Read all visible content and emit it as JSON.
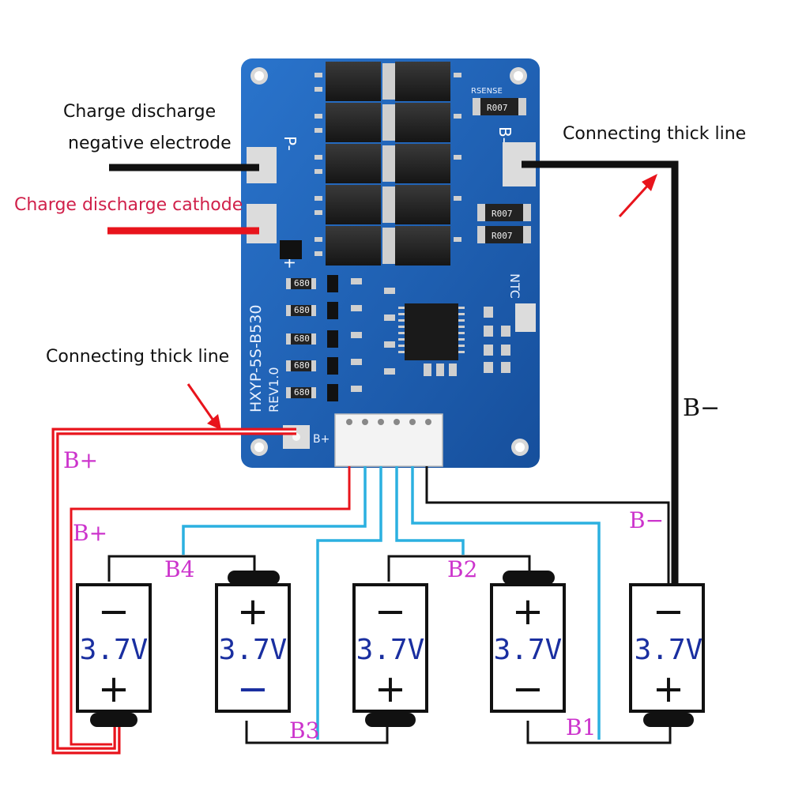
{
  "callouts": {
    "neg_line1": "Charge discharge",
    "neg_line2": "negative electrode",
    "cathode": "Charge discharge cathode",
    "thick_right": "Connecting thick line",
    "thick_left": "Connecting thick line"
  },
  "board": {
    "model": "HXYP-5S-B530",
    "rev": "REV1.0",
    "pad_p_minus": "P-",
    "pad_p_plus": "P+",
    "pad_b_minus": "B-",
    "pad_b_plus": "B+",
    "ntc": "NTC",
    "rsense": "RSENSE",
    "res_top": "R007",
    "res_mid": "R007",
    "res_low": "R007",
    "res_small": "680"
  },
  "nodes": {
    "b_plus_upper": "B+",
    "b_plus_lower": "B+",
    "b4": "B4",
    "b3": "B3",
    "b2": "B2",
    "b1": "B1",
    "b_minus_line": "B−",
    "b_minus_right": "B−"
  },
  "cells": [
    {
      "voltage": "3.7V",
      "top": "−",
      "bottom": "+"
    },
    {
      "voltage": "3.7V",
      "top": "+",
      "bottom": "−"
    },
    {
      "voltage": "3.7V",
      "top": "−",
      "bottom": "+"
    },
    {
      "voltage": "3.7V",
      "top": "+",
      "bottom": "−"
    },
    {
      "voltage": "3.7V",
      "top": "−",
      "bottom": "+"
    }
  ],
  "colors": {
    "pcb": "#1f63b8",
    "red_wire": "#e8141c",
    "blue_wire": "#2bb0e0",
    "black_wire": "#111111",
    "node_label": "#cc33cc",
    "voltage_text": "#1a2fa0"
  }
}
